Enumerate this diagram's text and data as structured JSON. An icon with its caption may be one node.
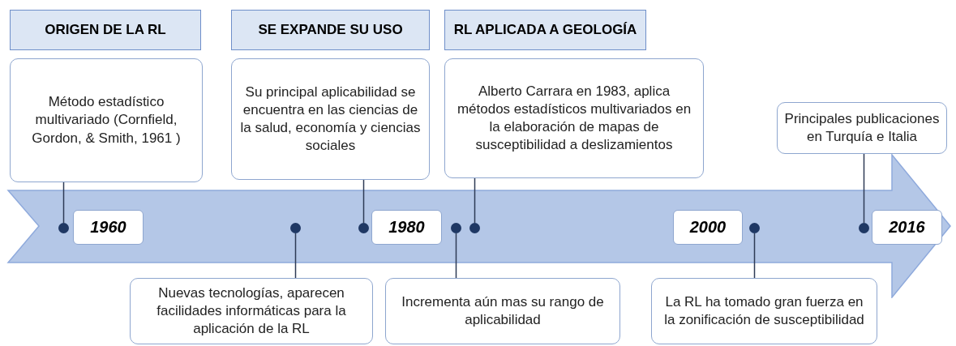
{
  "diagram": {
    "nodes": [
      {
        "text": [
          "ORIGEN DE LA RL"
        ]
      },
      {
        "text": [
          "SE EXPANDE SU USO"
        ]
      },
      {
        "text": [
          "RL APLICADA A GEOLOGÍA"
        ]
      },
      {
        "text": [
          "Método estadístico multivariado (Cornfield, Gordon, & Smith, 1961 )"
        ]
      },
      {
        "text": [
          "Su principal aplicabilidad se encuentra en las ciencias de la salud, economía y ciencias sociales"
        ]
      },
      {
        "text": [
          "Alberto Carrara en 1983, aplica métodos estadísticos multivariados en la elaboración de mapas de susceptibilidad a deslizamientos"
        ]
      },
      {
        "text": [
          "Principales publicaciones en Turquía e Italia"
        ]
      },
      {
        "text": [],
        "shape": "arrow"
      },
      {
        "text": [
          "1960"
        ],
        "in": 7
      },
      {
        "text": [
          "1980"
        ],
        "in": 7
      },
      {
        "text": [
          "2000"
        ],
        "in": 7
      },
      {
        "text": [
          "2016"
        ],
        "in": 7
      },
      {
        "text": [],
        "shape": "circle",
        "in": 7
      },
      {
        "text": [],
        "shape": "circle",
        "in": 7
      },
      {
        "text": [],
        "shape": "circle",
        "in": 7
      },
      {
        "text": [],
        "shape": "circle",
        "in": 7
      },
      {
        "text": [],
        "shape": "circle",
        "in": 7
      },
      {
        "text": [],
        "shape": "circle",
        "in": 7
      },
      {
        "text": [],
        "shape": "circle",
        "in": 7
      },
      {
        "text": [
          "Nuevas tecnologías, aparecen facilidades informáticas para la aplicación de la RL"
        ]
      },
      {
        "text": [
          "Incrementa aún mas su rango de aplicabilidad"
        ]
      },
      {
        "text": [
          "La RL ha tomado gran fuerza en la zonificación de susceptibilidad"
        ]
      }
    ],
    "edges": [
      {
        "from": 3,
        "to": 12,
        "arrow": "none"
      },
      {
        "from": 4,
        "to": 14,
        "arrow": "none"
      },
      {
        "from": 5,
        "to": 16,
        "arrow": "none"
      },
      {
        "from": 6,
        "to": 18,
        "arrow": "none"
      },
      {
        "from": 19,
        "to": 13,
        "arrow": "none"
      },
      {
        "from": 20,
        "to": 15,
        "arrow": "none"
      },
      {
        "from": 21,
        "to": 17,
        "arrow": "none"
      }
    ]
  }
}
